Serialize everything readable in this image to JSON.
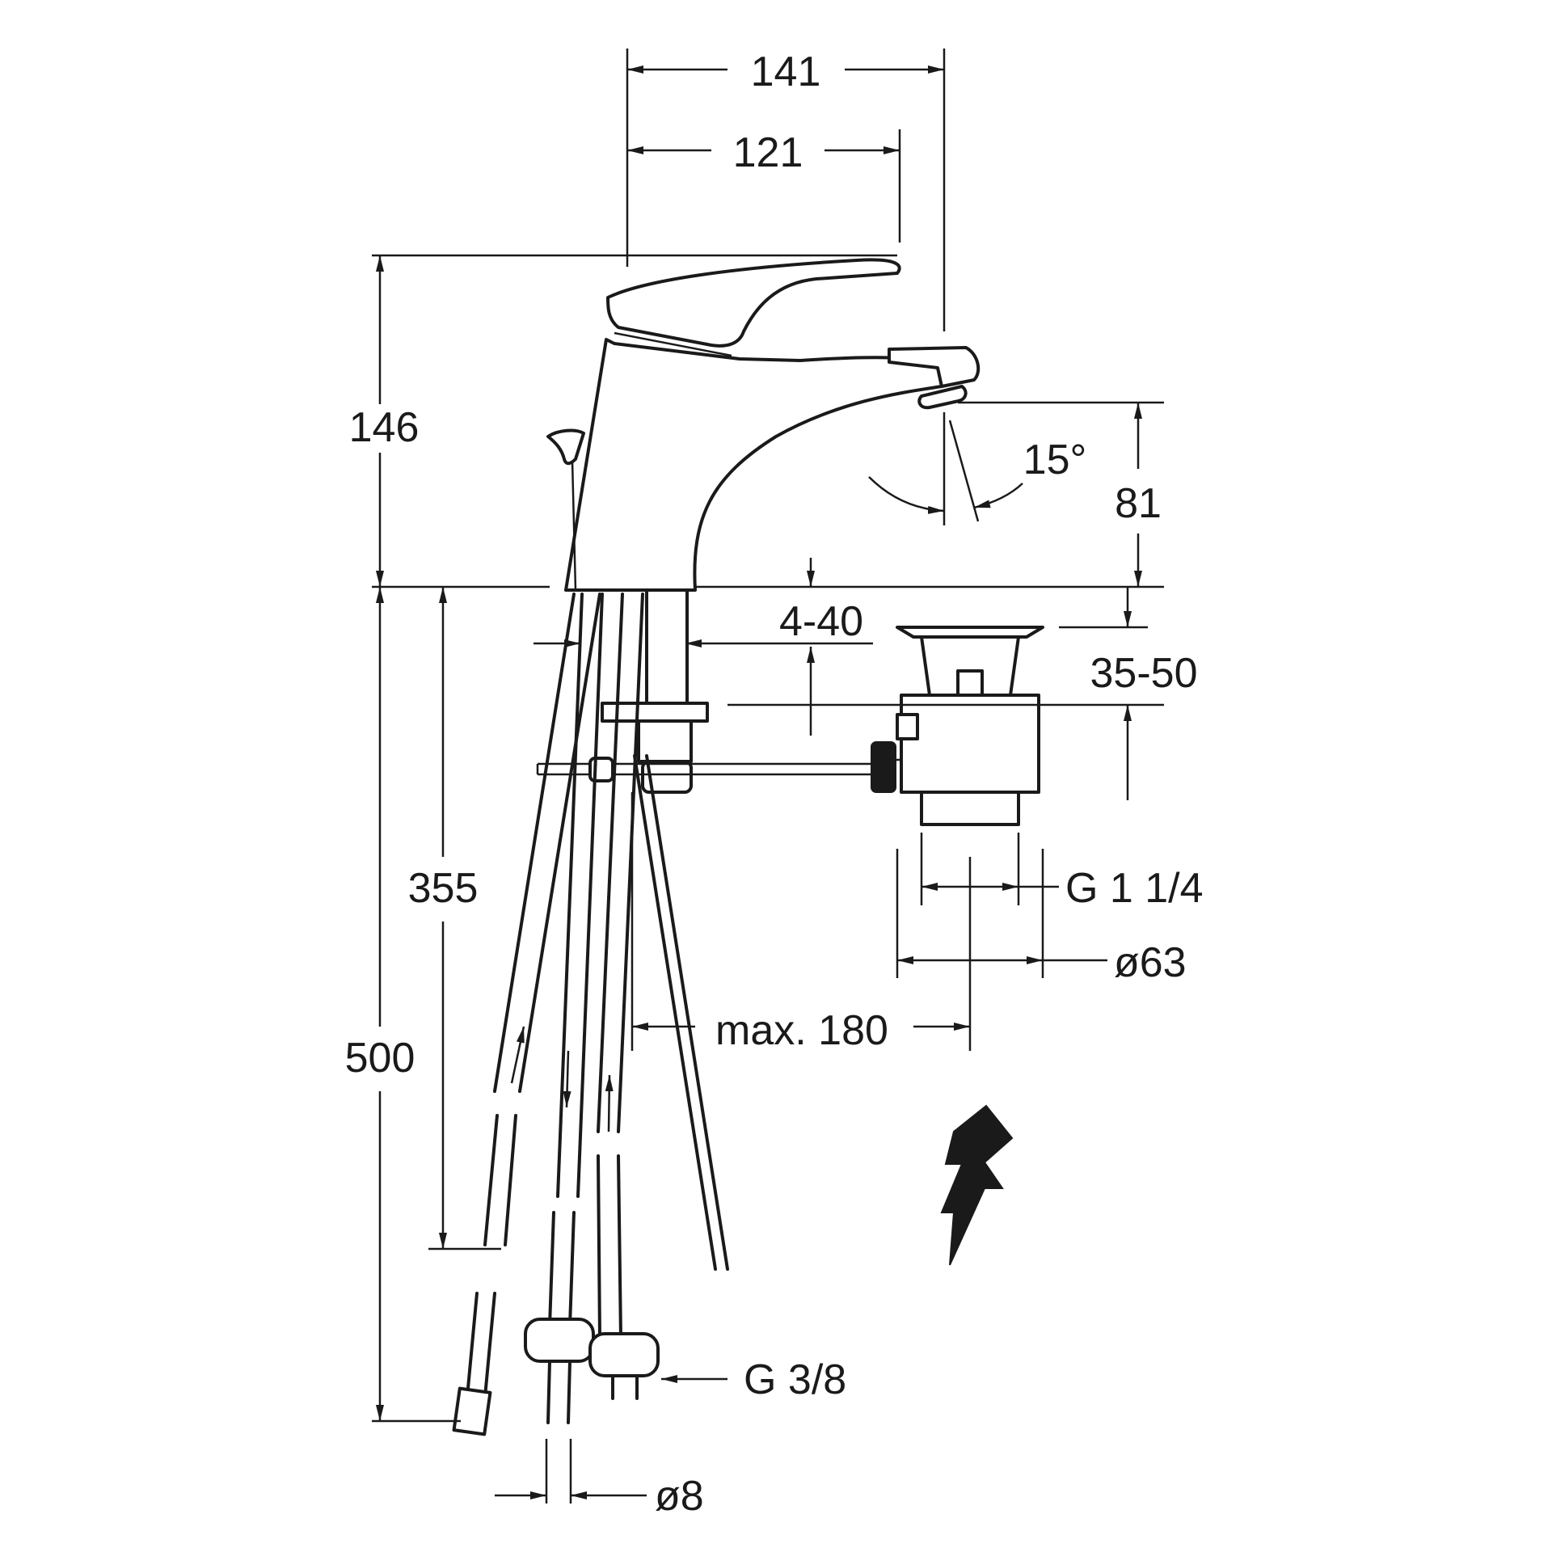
{
  "dimensions": {
    "width_outer": "141",
    "width_lever": "121",
    "height_total": "146",
    "spout_height": "81",
    "swivel_angle": "15°",
    "panel_thickness": "4-40",
    "waste_range": "35-50",
    "waste_thread": "G 1 1/4",
    "waste_diameter": "ø63",
    "rod_reach": "max. 180",
    "hose_length_short": "355",
    "hose_length_long": "500",
    "hose_connection": "G 3/8",
    "hose_diameter": "ø8"
  },
  "icons": {
    "electric_warning": "lightning-bolt-icon"
  },
  "colors": {
    "line": "#1a1a1a",
    "background": "#ffffff"
  }
}
